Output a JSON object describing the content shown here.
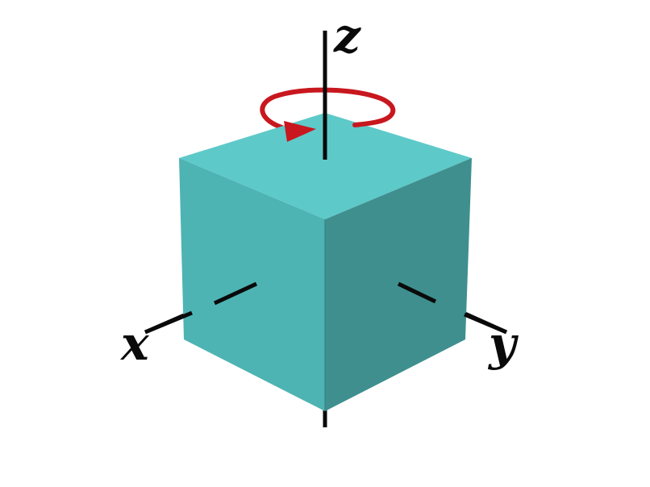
{
  "diagram": {
    "axes": [
      {
        "id": "x",
        "label": "x"
      },
      {
        "id": "y",
        "label": "y"
      },
      {
        "id": "z",
        "label": "z"
      }
    ],
    "rotation": {
      "axis": "z",
      "direction": "counterclockwise-viewed-from-above"
    }
  },
  "colors": {
    "background": "#ffffff",
    "cube_top": "#5ec9c9",
    "cube_left": "#4eb3b3",
    "cube_right": "#3f8f8f",
    "axis": "#0a0a0a",
    "rotation_arrow": "#c8171e"
  }
}
